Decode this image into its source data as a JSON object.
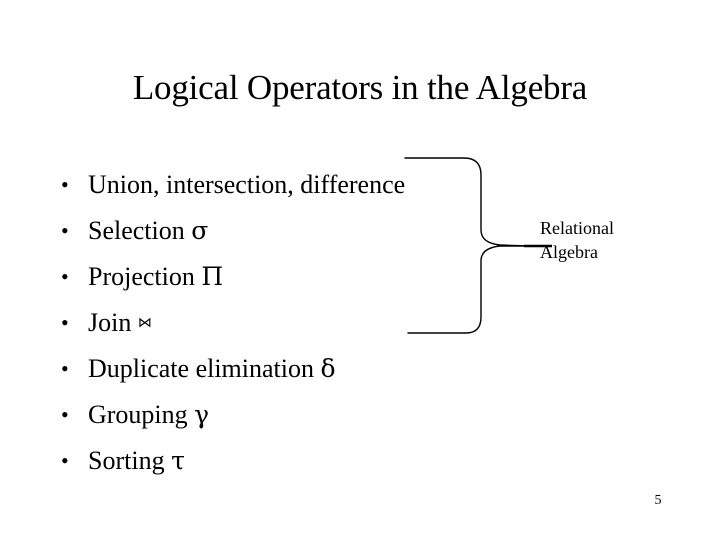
{
  "slide": {
    "title": "Logical Operators in the Algebra",
    "page_number": "5",
    "background_color": "#ffffff",
    "text_color": "#000000"
  },
  "bullets": [
    {
      "marker": "•",
      "text": "Union, intersection, difference",
      "symbol": ""
    },
    {
      "marker": "•",
      "text": "Selection ",
      "symbol": "σ"
    },
    {
      "marker": "•",
      "text": "Projection ",
      "symbol": "Π"
    },
    {
      "marker": "•",
      "text": "Join ",
      "symbol": "⋈"
    },
    {
      "marker": "•",
      "text": "Duplicate elimination ",
      "symbol": "δ"
    },
    {
      "marker": "•",
      "text": "Grouping ",
      "symbol": "γ"
    },
    {
      "marker": "•",
      "text": "Sorting ",
      "symbol": "τ"
    }
  ],
  "callout": {
    "line1": "Relational",
    "line2": "Algebra",
    "brace_color": "#000000"
  }
}
